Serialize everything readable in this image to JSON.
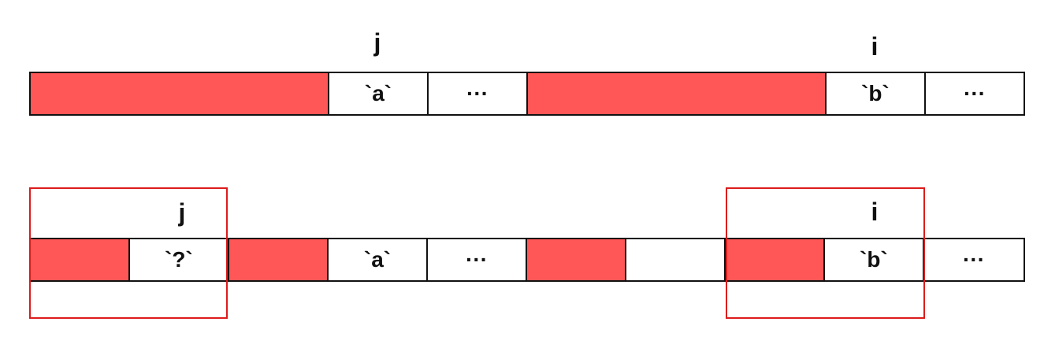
{
  "colors": {
    "filled": "#ff5757",
    "outline": "#111111",
    "highlight": "#dd1b1b"
  },
  "top_row": {
    "pointer_j": "j",
    "pointer_i": "i",
    "cells": [
      {
        "label": "",
        "filled": true
      },
      {
        "label": "`a`",
        "filled": false
      },
      {
        "label": "···",
        "filled": false
      },
      {
        "label": "",
        "filled": true
      },
      {
        "label": "`b`",
        "filled": false
      },
      {
        "label": "···",
        "filled": false
      }
    ]
  },
  "bottom_row": {
    "pointer_j": "j",
    "pointer_i": "i",
    "cells": [
      {
        "label": "",
        "filled": true
      },
      {
        "label": "`?`",
        "filled": false
      },
      {
        "label": "",
        "filled": true
      },
      {
        "label": "`a`",
        "filled": false
      },
      {
        "label": "···",
        "filled": false
      },
      {
        "label": "",
        "filled": true
      },
      {
        "label": "",
        "filled": false
      },
      {
        "label": "",
        "filled": true
      },
      {
        "label": "`b`",
        "filled": false
      },
      {
        "label": "···",
        "filled": false
      }
    ]
  }
}
